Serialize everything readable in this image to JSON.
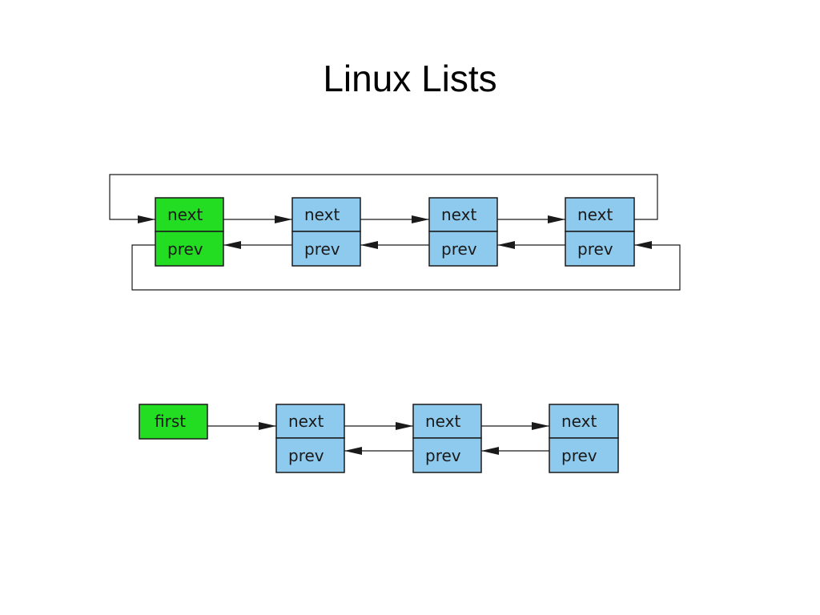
{
  "title": "Linux Lists",
  "colors": {
    "head_fill": "#22dd22",
    "node_fill": "#8ecaee",
    "stroke": "#1a1a1a"
  },
  "circular_list": {
    "head": {
      "next_label": "next",
      "prev_label": "prev"
    },
    "nodes": [
      {
        "next_label": "next",
        "prev_label": "prev"
      },
      {
        "next_label": "next",
        "prev_label": "prev"
      },
      {
        "next_label": "next",
        "prev_label": "prev"
      }
    ]
  },
  "linear_list": {
    "head": {
      "label": "first"
    },
    "nodes": [
      {
        "next_label": "next",
        "prev_label": "prev"
      },
      {
        "next_label": "next",
        "prev_label": "prev"
      },
      {
        "next_label": "next",
        "prev_label": "prev"
      }
    ]
  }
}
